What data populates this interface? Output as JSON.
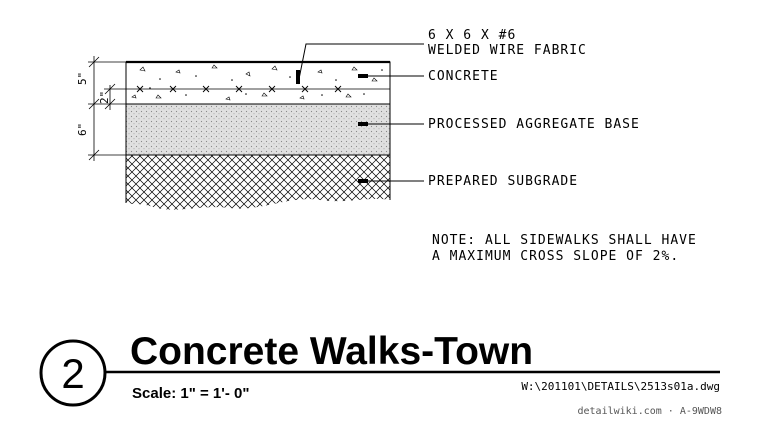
{
  "labels": {
    "wire_fabric_line1": "6 X 6 X #6",
    "wire_fabric_line2": "WELDED WIRE FABRIC",
    "concrete": "CONCRETE",
    "aggregate": "PROCESSED AGGREGATE BASE",
    "subgrade": "PREPARED SUBGRADE"
  },
  "note": {
    "line1": "NOTE: ALL SIDEWALKS SHALL HAVE",
    "line2": "A MAXIMUM CROSS SLOPE OF 2%."
  },
  "dimensions": {
    "concrete_thickness": "5\"",
    "wire_depth": "2\"",
    "base_thickness": "6\""
  },
  "title_block": {
    "detail_number": "2",
    "title": "Concrete Walks-Town",
    "scale": "Scale: 1\" = 1'- 0\"",
    "file_path": "W:\\201101\\DETAILS\\2513s01a.dwg",
    "credit": "detailwiki.com · A-9WDW8"
  },
  "colors": {
    "ink": "#000000",
    "aggregate_fill": "#d9d9d9",
    "credit_text": "#555555"
  }
}
